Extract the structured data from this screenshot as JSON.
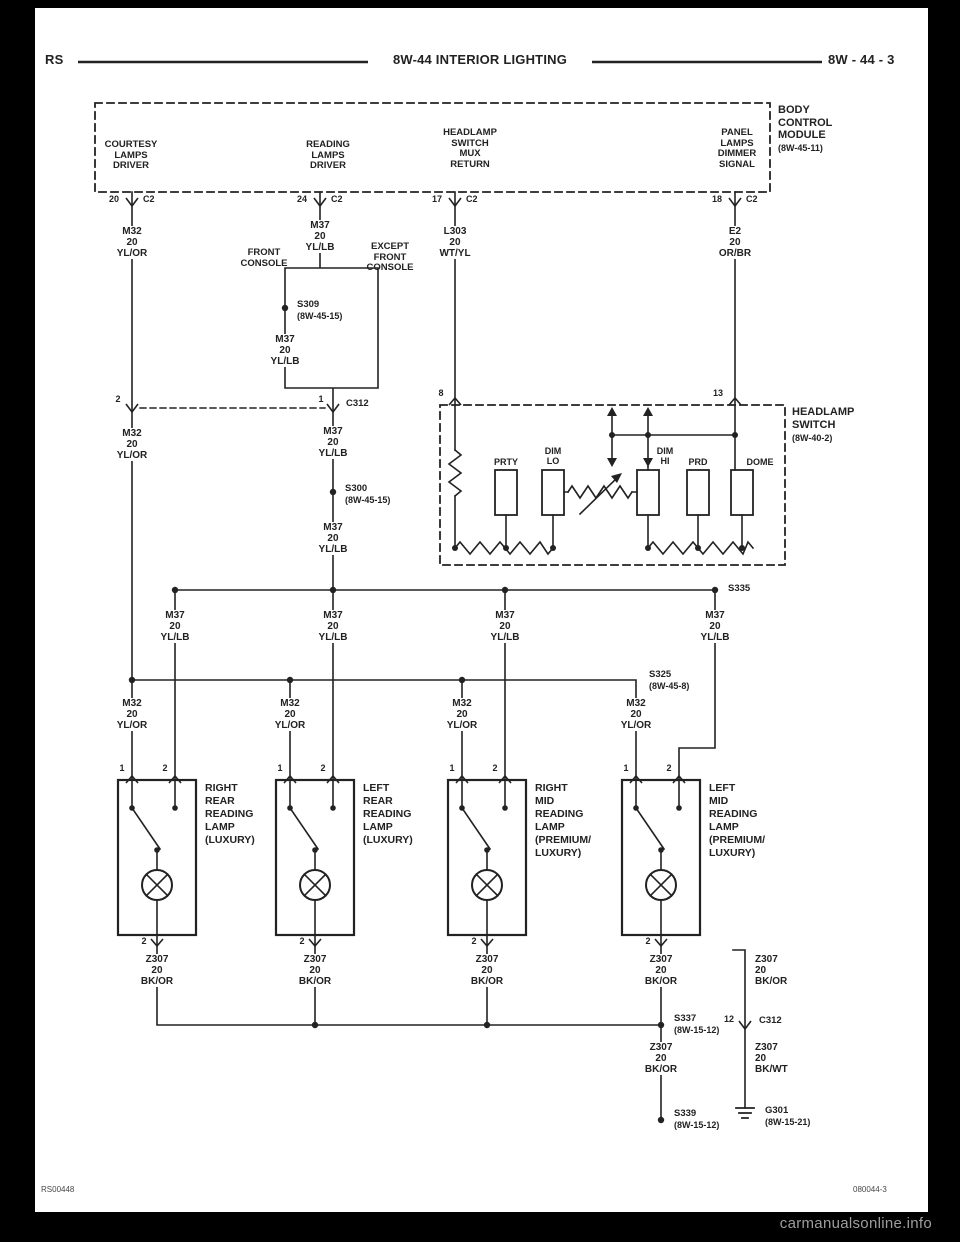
{
  "colors": {
    "background": "#000000",
    "page": "#ffffff",
    "ink": "#222222",
    "watermark": "#9e9e9e"
  },
  "page": {
    "header": {
      "left": "RS",
      "center": "8W-44 INTERIOR LIGHTING",
      "right": "8W - 44 - 3"
    },
    "footer": {
      "left": "RS00448",
      "right": "080044-3"
    },
    "watermark": "carmanualsonline.info"
  },
  "bcm": {
    "title": "BODY\nCONTROL\nMODULE",
    "ref": "(8W-45-11)",
    "outputs": [
      {
        "label": "COURTESY\nLAMPS\nDRIVER",
        "pin": "20",
        "connector": "C2"
      },
      {
        "label": "READING\nLAMPS\nDRIVER",
        "pin": "24",
        "connector": "C2"
      },
      {
        "label": "HEADLAMP\nSWITCH\nMUX\nRETURN",
        "pin": "17",
        "connector": "C2"
      },
      {
        "label": "PANEL\nLAMPS\nDIMMER\nSIGNAL",
        "pin": "18",
        "connector": "C2"
      }
    ]
  },
  "wires": {
    "m32": "M32\n20\nYL/OR",
    "m37": "M37\n20\nYL/LB",
    "l303": "L303\n20\nWT/YL",
    "e2": "E2\n20\nOR/BR",
    "z307_or": "Z307\n20\nBK/OR",
    "z307_wt": "Z307\n20\nBK/WT"
  },
  "branches": {
    "front": "FRONT\nCONSOLE",
    "except": "EXCEPT\nFRONT\nCONSOLE"
  },
  "connectors": {
    "c312": "C312",
    "c312_pins": {
      "m32": "2",
      "m37": "1",
      "ground": "12"
    }
  },
  "splices": {
    "s309": {
      "name": "S309",
      "ref": "(8W-45-15)"
    },
    "s300": {
      "name": "S300",
      "ref": "(8W-45-15)"
    },
    "s335": {
      "name": "S335"
    },
    "s325": {
      "name": "S325",
      "ref": "(8W-45-8)"
    },
    "s337": {
      "name": "S337",
      "ref": "(8W-15-12)"
    },
    "s339": {
      "name": "S339",
      "ref": "(8W-15-12)"
    }
  },
  "ground": {
    "name": "G301",
    "ref": "(8W-15-21)"
  },
  "headlamp_switch": {
    "title": "HEADLAMP\nSWITCH",
    "ref": "(8W-40-2)",
    "pins": {
      "mux": "8",
      "dimmer": "13"
    },
    "elements": [
      "PRTY",
      "DIM\nLO",
      "DIM\nHI",
      "PRD",
      "DOME"
    ]
  },
  "lamps": [
    {
      "title": "RIGHT\nREAR\nREADING\nLAMP\n(LUXURY)",
      "pin1": "1",
      "pin2": "2",
      "pin_out": "2"
    },
    {
      "title": "LEFT\nREAR\nREADING\nLAMP\n(LUXURY)",
      "pin1": "1",
      "pin2": "2",
      "pin_out": "2"
    },
    {
      "title": "RIGHT\nMID\nREADING\nLAMP\n(PREMIUM/\nLUXURY)",
      "pin1": "1",
      "pin2": "2",
      "pin_out": "2"
    },
    {
      "title": "LEFT\nMID\nREADING\nLAMP\n(PREMIUM/\nLUXURY)",
      "pin1": "1",
      "pin2": "2",
      "pin_out": "2"
    }
  ]
}
